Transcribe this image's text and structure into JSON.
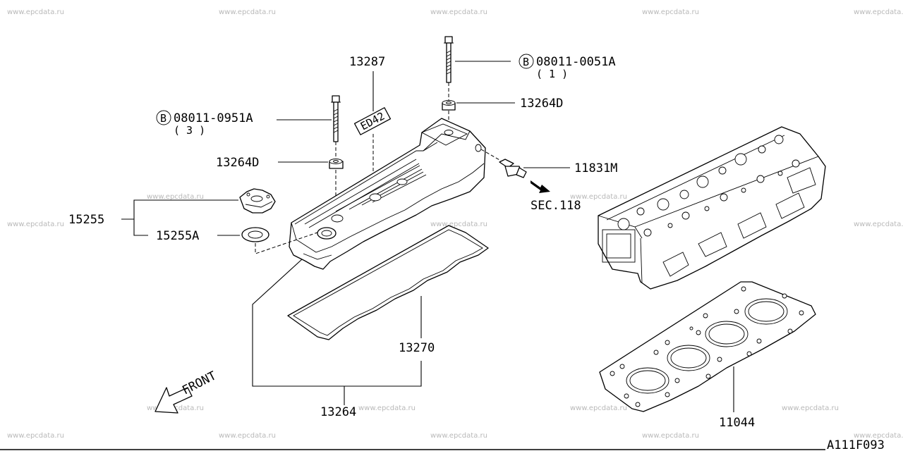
{
  "watermark": "www.epcdata.ru",
  "diagram_code": "A111F093",
  "front_label": "FRONT",
  "sec_ref": "SEC.118",
  "bolt_prefix": "B",
  "parts": {
    "bolt_top": {
      "number": "08011-0051A",
      "qty": "( 1 )"
    },
    "bolt_left": {
      "number": "08011-0951A",
      "qty": "( 3 )"
    },
    "washer_top": "13264D",
    "washer_left": "13264D",
    "label_plate": "13287",
    "sensor": "11831M",
    "cap_assembly": "15255",
    "cap_gasket": "15255A",
    "cover_gasket": "13270",
    "rocker_cover": "13264",
    "head_gasket": "11044"
  },
  "plate_text": "ED42"
}
